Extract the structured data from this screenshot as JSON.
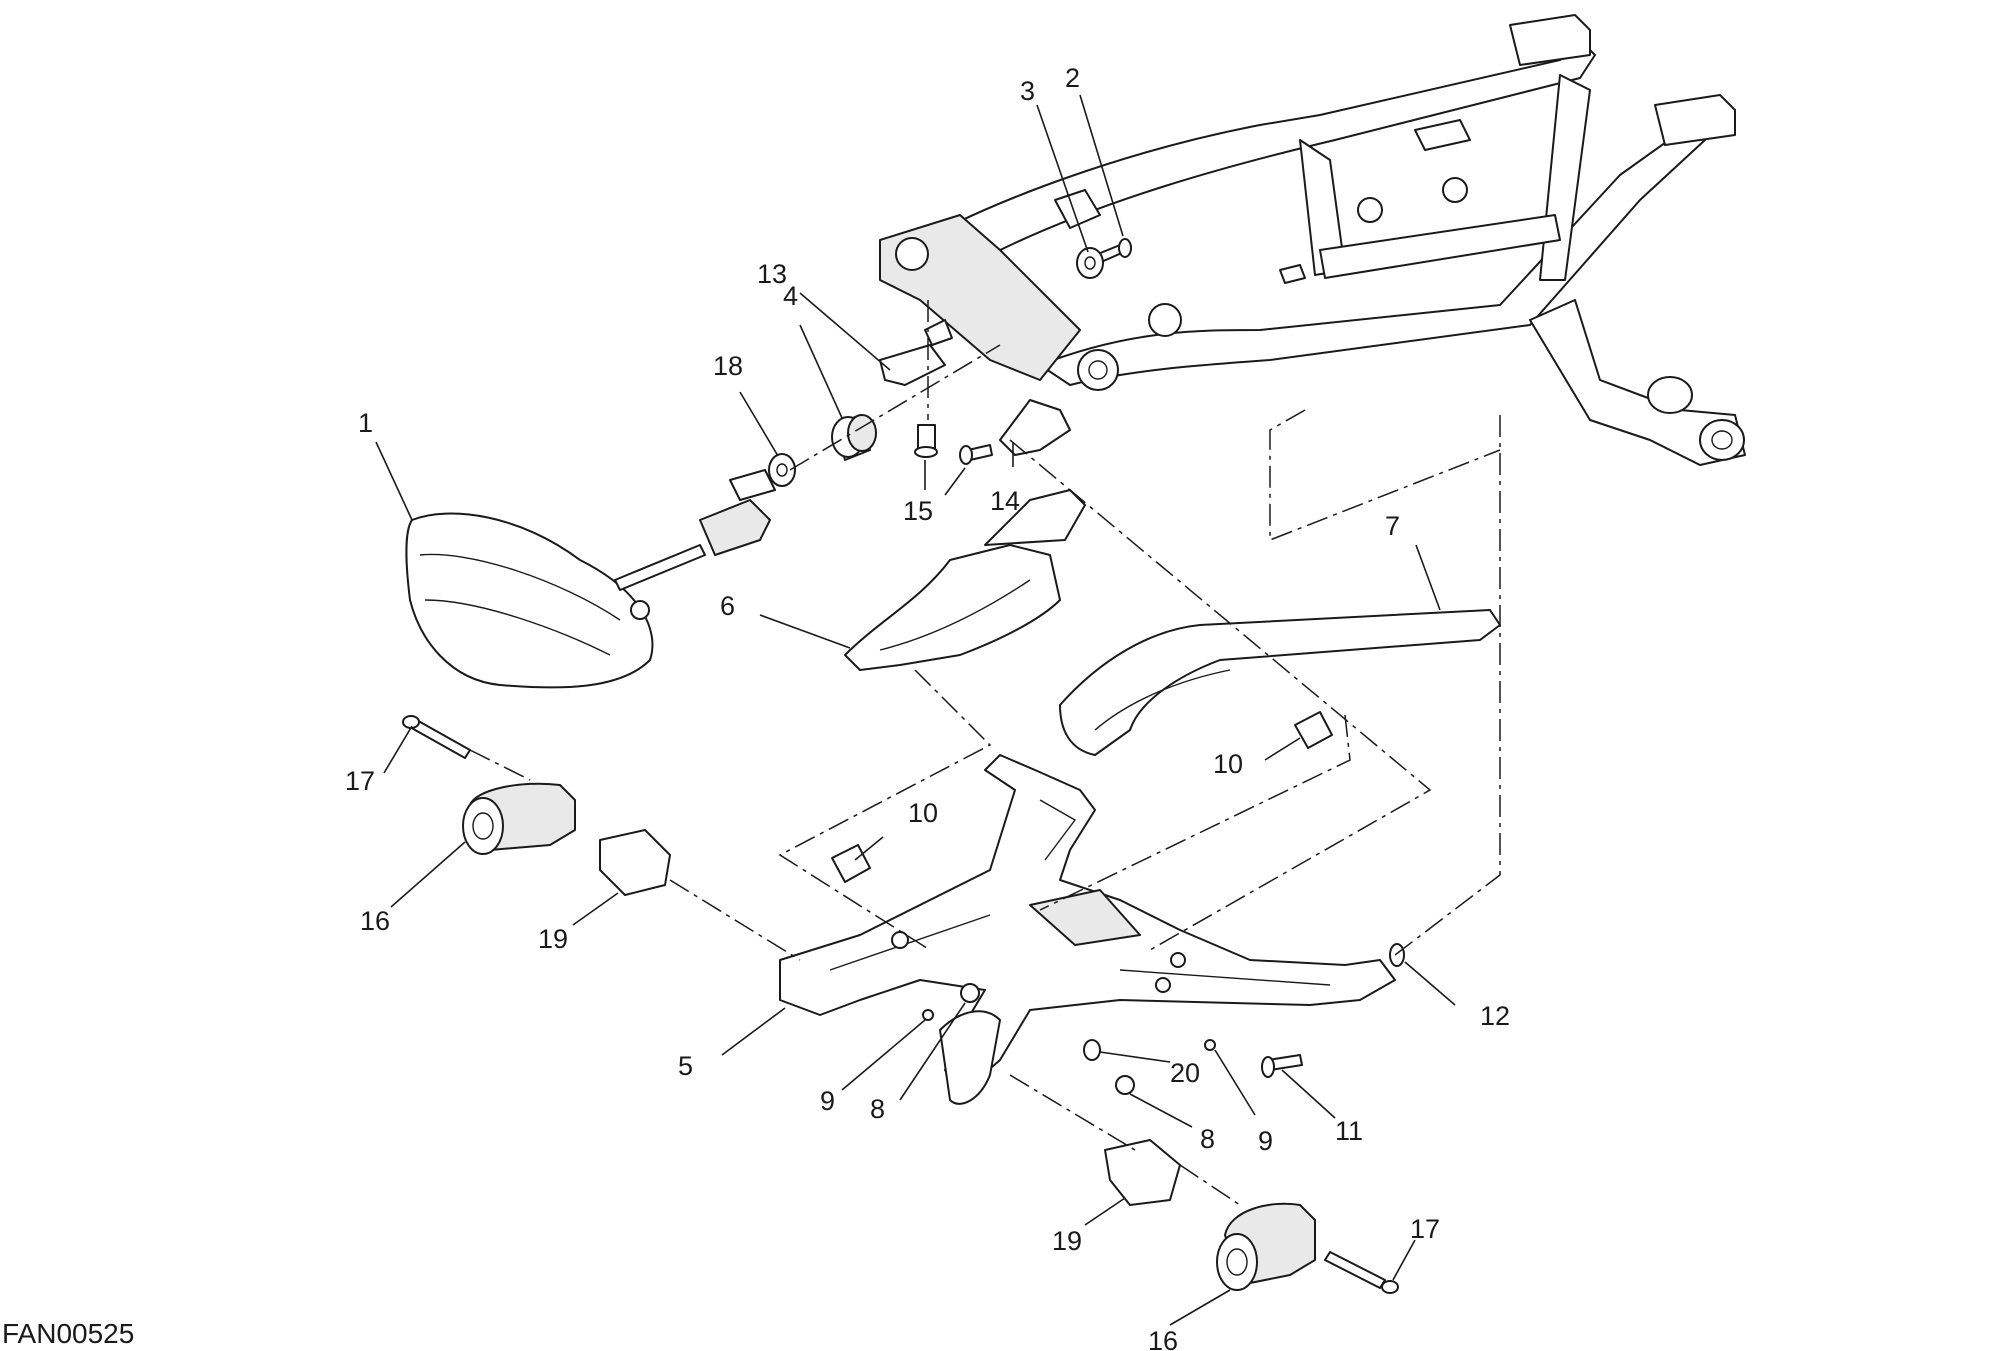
{
  "diagram": {
    "code": "FAN00525",
    "callouts": {
      "c1": "1",
      "c2": "2",
      "c3": "3",
      "c4": "4",
      "c5": "5",
      "c6": "6",
      "c7": "7",
      "c8a": "8",
      "c8b": "8",
      "c9a": "9",
      "c9b": "9",
      "c10a": "10",
      "c10b": "10",
      "c11": "11",
      "c12": "12",
      "c13": "13",
      "c14": "14",
      "c15": "15",
      "c16a": "16",
      "c16b": "16",
      "c17a": "17",
      "c17b": "17",
      "c18": "18",
      "c19a": "19",
      "c19b": "19",
      "c20": "20"
    }
  }
}
